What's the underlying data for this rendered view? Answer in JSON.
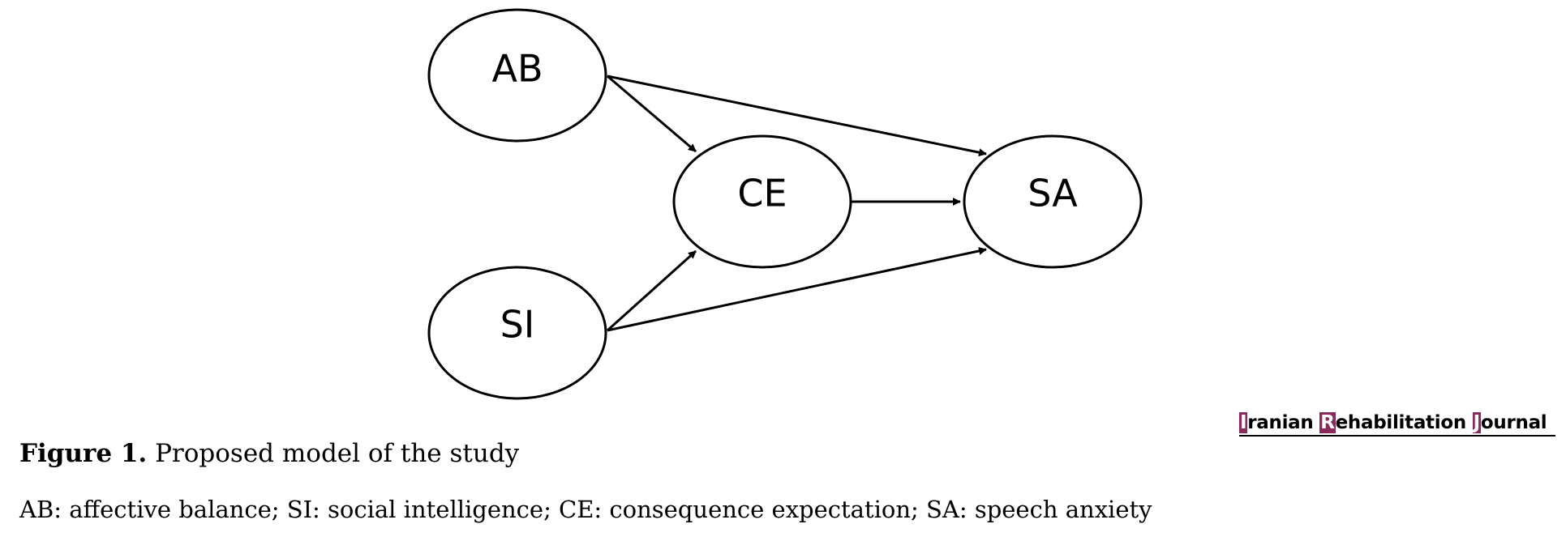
{
  "diagram": {
    "nodes": [
      {
        "id": "AB",
        "label": "AB"
      },
      {
        "id": "CE",
        "label": "CE"
      },
      {
        "id": "SA",
        "label": "SA"
      },
      {
        "id": "SI",
        "label": "SI"
      }
    ],
    "edges": [
      {
        "from": "AB",
        "to": "CE"
      },
      {
        "from": "AB",
        "to": "SA"
      },
      {
        "from": "CE",
        "to": "SA"
      },
      {
        "from": "SI",
        "to": "CE"
      },
      {
        "from": "SI",
        "to": "SA"
      }
    ]
  },
  "watermark": {
    "word1_cap": "I",
    "word1_rest": "ranian",
    "word2_cap": "R",
    "word2_rest": "ehabilitation",
    "word3_cap": "J",
    "word3_rest": "ournal",
    "cap_color": "#8a2a5a"
  },
  "caption": {
    "figure_label": "Figure 1.",
    "figure_text": "Proposed model of the study"
  },
  "legend": {
    "text": "AB: affective balance; SI: social intelligence; CE: consequence expectation; SA: speech anxiety"
  }
}
